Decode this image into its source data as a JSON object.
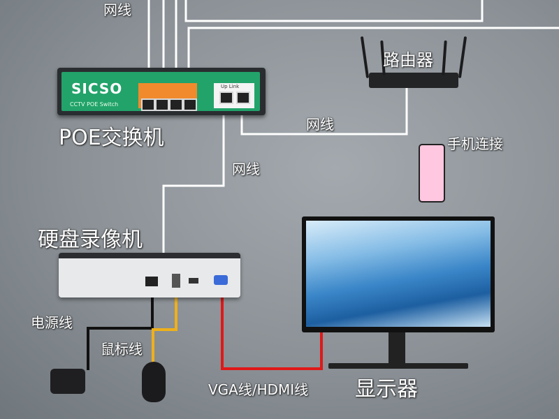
{
  "labels": {
    "top_cable": "网线",
    "router": "路由器",
    "router_switch_cable": "网线",
    "poe_switch": "POE交换机",
    "phone_connection": "手机连接",
    "switch_nvr_cable": "网线",
    "nvr": "硬盘录像机",
    "power_cable": "电源线",
    "mouse_cable": "鼠标线",
    "video_cable": "VGA线/HDMI线",
    "monitor": "显示器"
  },
  "device_text": {
    "brand": "SICSO",
    "model": "CCTV POE Switch",
    "uplink": "Up Link"
  },
  "colors": {
    "network_cable": "#ffffff",
    "power_cable": "#111111",
    "mouse_cable": "#f0b01a",
    "video_cable": "#e01818",
    "switch_green": "#22a36a",
    "switch_orange": "#f08a2c"
  },
  "icons": [
    "router-icon",
    "phone-icon",
    "monitor-icon",
    "mouse-icon",
    "power-adapter-icon"
  ]
}
